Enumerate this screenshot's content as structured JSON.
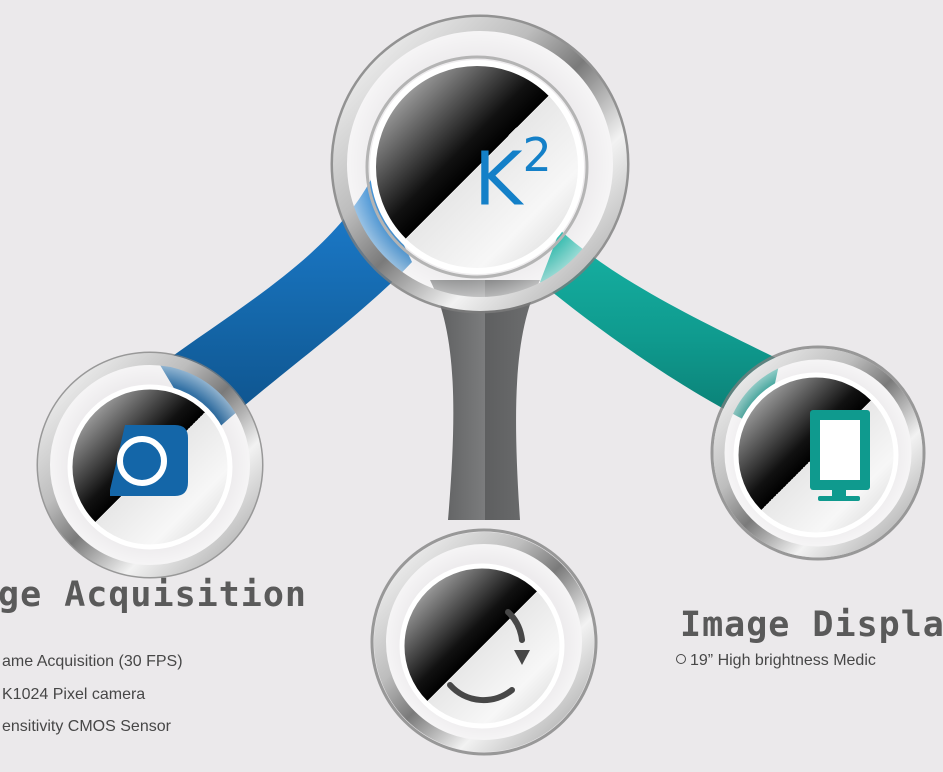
{
  "logo": {
    "letter": "K",
    "superscript": "2",
    "color": "#1480c8"
  },
  "arms": {
    "left_color": "#1466a8",
    "right_color": "#0f9a8e",
    "center_color": "#6a6b6c"
  },
  "nodes": {
    "center": {
      "icon": "k2-logo"
    },
    "left": {
      "icon": "camera-icon",
      "color": "#1466a8"
    },
    "right": {
      "icon": "monitor-icon",
      "color": "#0f9a8e"
    },
    "bottom": {
      "icon": "refresh-icon",
      "color": "#474747"
    }
  },
  "acquisition": {
    "title": "ge Acquisition",
    "bullets": [
      "ame Acquisition (30 FPS)",
      "K1024 Pixel camera",
      "ensitivity CMOS Sensor"
    ]
  },
  "display": {
    "title": "Image Displa",
    "bullets": [
      "19” High brightness Medic"
    ]
  }
}
